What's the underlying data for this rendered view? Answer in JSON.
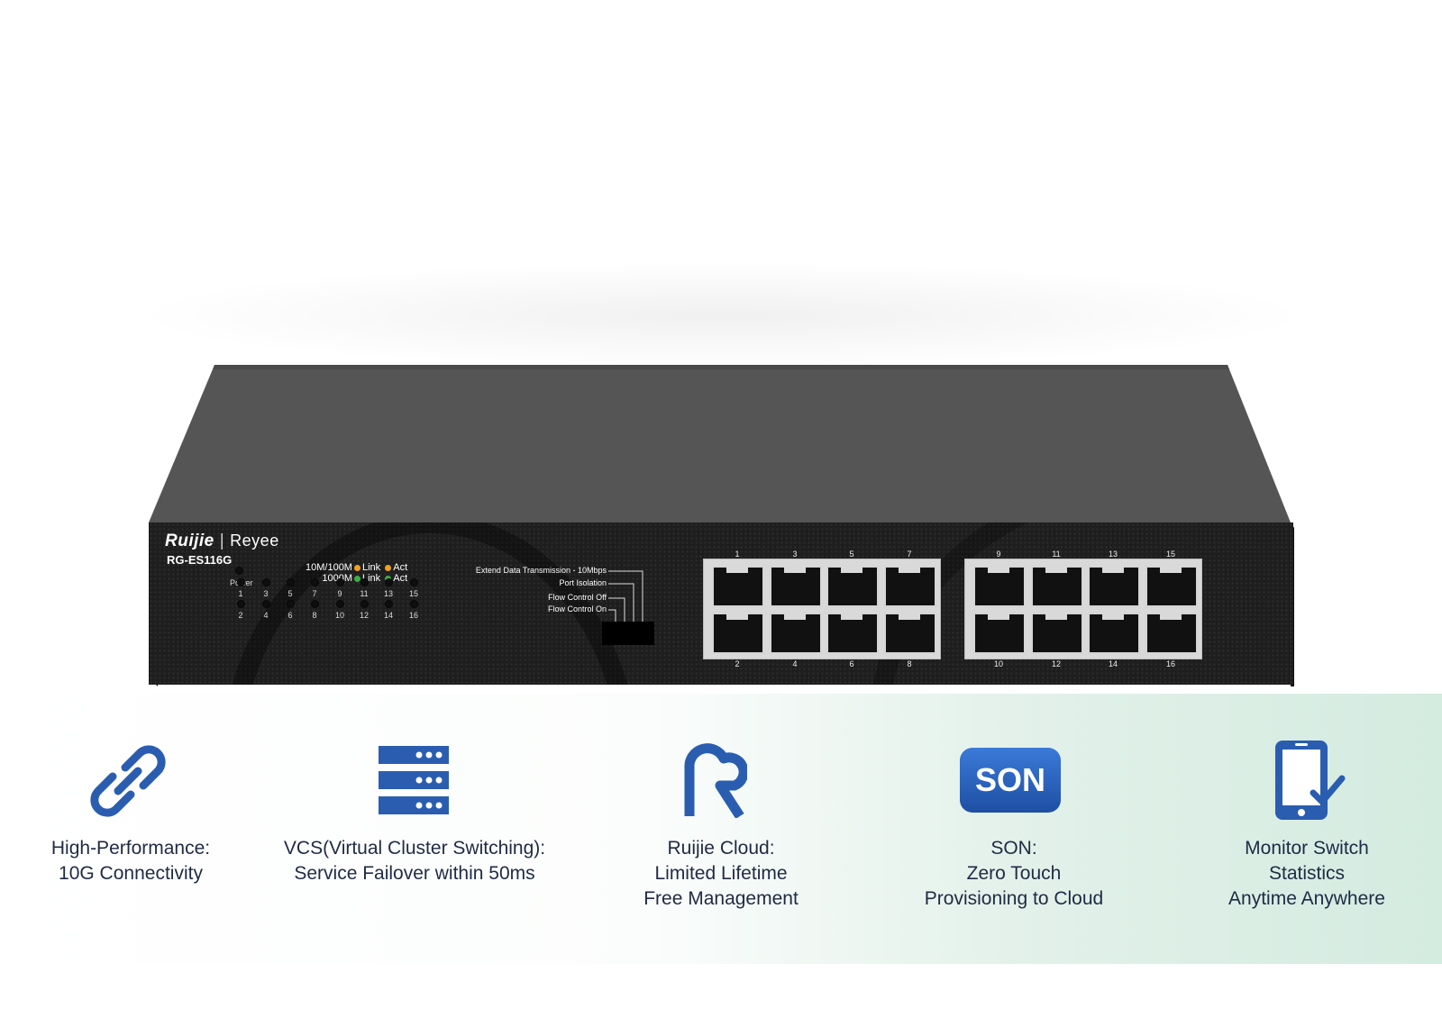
{
  "device": {
    "brand": "Ruijie",
    "sub_brand": "Reyee",
    "model": "RG-ES116G",
    "legend_row1": "10M/100M",
    "legend_row2": "1000M",
    "link_label": "Link",
    "act_label": "Act",
    "power_label": "Power",
    "led_top_numbers": [
      "1",
      "3",
      "5",
      "7",
      "9",
      "11",
      "13",
      "15"
    ],
    "led_bottom_numbers": [
      "2",
      "4",
      "6",
      "8",
      "10",
      "12",
      "14",
      "16"
    ],
    "dip_labels": [
      "Extend Data Transmission - 10Mbps",
      "Port Isolation",
      "Flow Control Off",
      "Flow Control On"
    ],
    "port_top_numbers": [
      "1",
      "3",
      "5",
      "7",
      "9",
      "11",
      "13",
      "15"
    ],
    "port_bottom_numbers": [
      "2",
      "4",
      "6",
      "8",
      "10",
      "12",
      "14",
      "16"
    ],
    "colors": {
      "orange_led": "#f0a020",
      "green_led": "#3cb043",
      "body": "#1e1e1e",
      "top": "#575757"
    }
  },
  "features": [
    {
      "icon": "link-icon",
      "lines": [
        "High-Performance:",
        "10G Connectivity"
      ]
    },
    {
      "icon": "server-stack-icon",
      "lines": [
        "VCS(Virtual Cluster Switching):",
        "Service Failover within 50ms"
      ]
    },
    {
      "icon": "ruijie-cloud-icon",
      "lines": [
        "Ruijie Cloud:",
        "Limited Lifetime",
        "Free Management"
      ]
    },
    {
      "icon": "son-badge-icon",
      "badge": "SON",
      "lines": [
        "SON:",
        "Zero Touch",
        "Provisioning to Cloud"
      ]
    },
    {
      "icon": "phone-check-icon",
      "lines": [
        "Monitor Switch",
        "Statistics",
        "Anytime Anywhere"
      ]
    }
  ],
  "icon_color": "#2a5db0"
}
